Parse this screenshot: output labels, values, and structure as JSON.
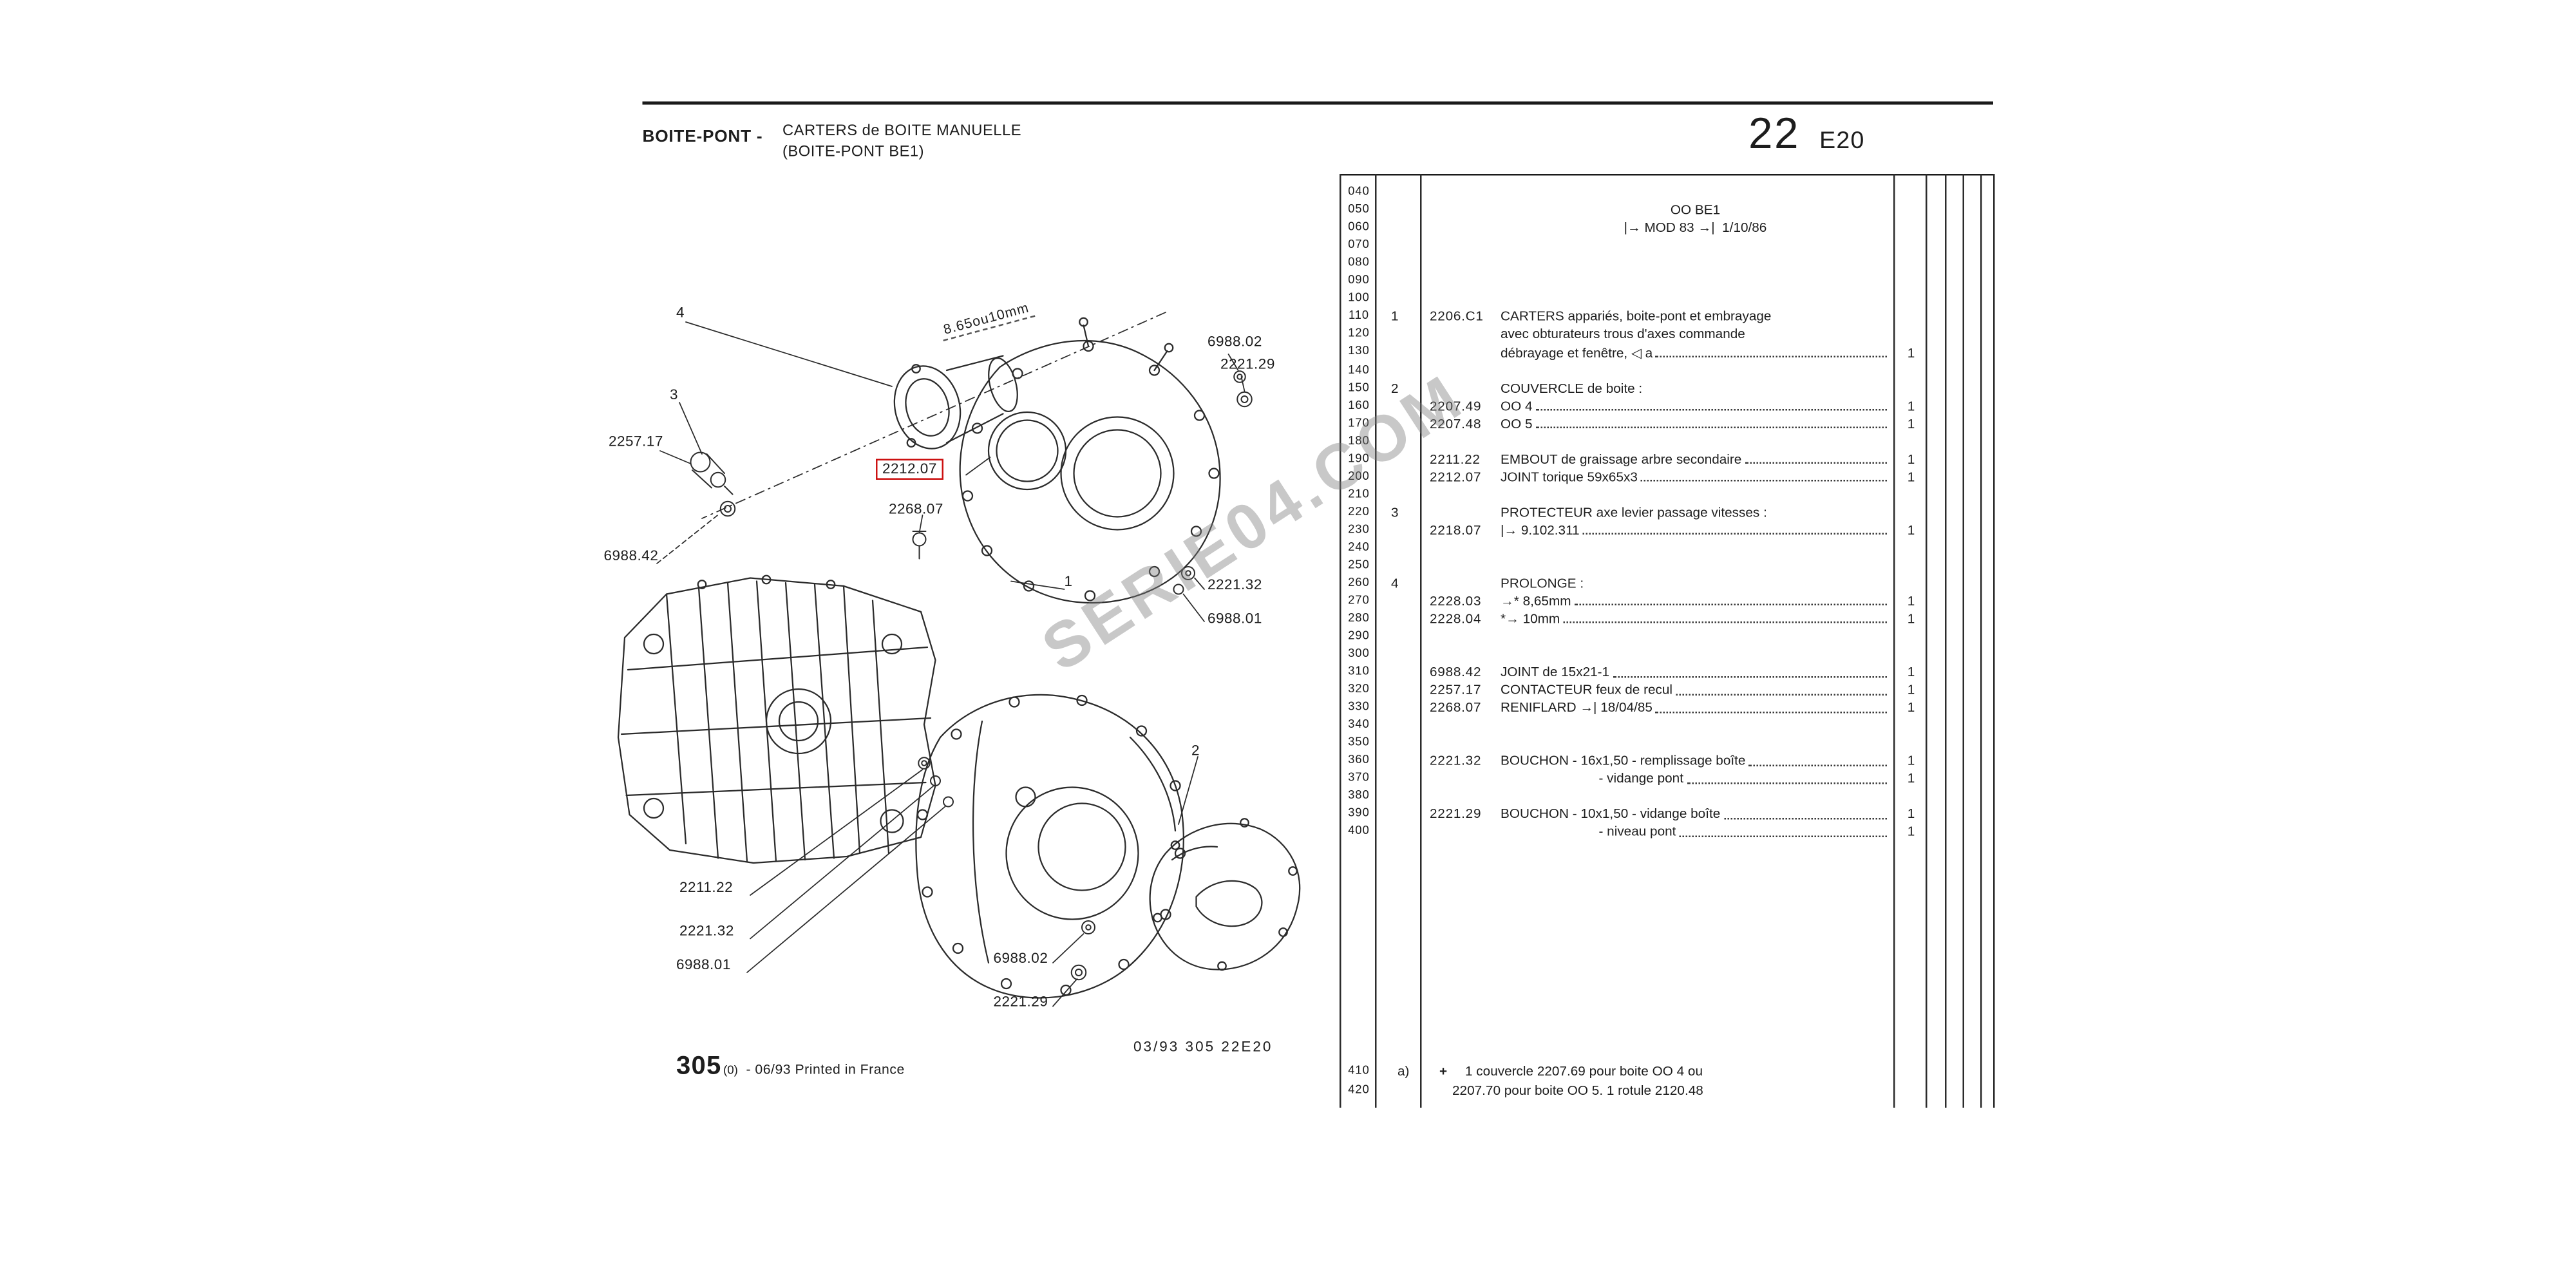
{
  "header": {
    "section": "BOITE-PONT -",
    "title": "CARTERS de BOITE MANUELLE",
    "subtitle": "(BOITE-PONT BE1)",
    "page_number": "22",
    "page_code": "E20"
  },
  "watermark": "SERIE04.COM",
  "diagram": {
    "dimension_label": "8.65ou10mm",
    "highlight_color": "#cc1111",
    "callouts": {
      "item_4": "4",
      "item_3": "3",
      "item_1": "1",
      "item_2": "2",
      "part_2257_17": "2257.17",
      "part_2212_07": "2212.07",
      "part_2268_07": "2268.07",
      "part_6988_42": "6988.42",
      "part_6988_02_top": "6988.02",
      "part_2221_29_top": "2221.29",
      "part_2221_32_right": "2221.32",
      "part_6988_01_right": "6988.01",
      "part_2211_22": "2211.22",
      "part_2221_32_bottom": "2221.32",
      "part_6988_01_bottom": "6988.01",
      "part_6988_02_bottom": "6988.02",
      "part_2221_29_bottom": "2221.29"
    },
    "plate_ref": "03/93 305 22E20",
    "print_code": "305",
    "print_suffix": "(0)",
    "print_note": "- 06/93 Printed in France"
  },
  "table": {
    "row_numbers": [
      "040",
      "050",
      "060",
      "070",
      "080",
      "090",
      "100",
      "110",
      "120",
      "130",
      "140",
      "150",
      "160",
      "170",
      "180",
      "190",
      "200",
      "210",
      "220",
      "230",
      "240",
      "250",
      "260",
      "270",
      "280",
      "290",
      "300",
      "310",
      "320",
      "330",
      "340",
      "350",
      "360",
      "370",
      "380",
      "390",
      "400"
    ],
    "footnote_row_numbers": [
      "410",
      "420"
    ],
    "rows": [
      {
        "num": "050",
        "text": "OO BE1"
      },
      {
        "num": "060",
        "text": "|→ MOD 83 →|  1/10/86"
      },
      {
        "num": "110",
        "item": "1",
        "part": "2206.C1",
        "text": "CARTERS appariés, boite-pont et embrayage"
      },
      {
        "num": "120",
        "text": "avec obturateurs trous d'axes commande"
      },
      {
        "num": "130",
        "text": "débrayage et fenêtre, ◁ a",
        "qty": "1"
      },
      {
        "num": "150",
        "item": "2",
        "text": "COUVERCLE de boite :"
      },
      {
        "num": "160",
        "part": "2207.49",
        "text": "OO 4",
        "qty": "1"
      },
      {
        "num": "170",
        "part": "2207.48",
        "text": "OO 5",
        "qty": "1"
      },
      {
        "num": "190",
        "part": "2211.22",
        "text": "EMBOUT de graissage arbre secondaire",
        "qty": "1"
      },
      {
        "num": "200",
        "part": "2212.07",
        "text": "JOINT torique 59x65x3",
        "qty": "1"
      },
      {
        "num": "220",
        "item": "3",
        "text": "PROTECTEUR axe levier passage vitesses :"
      },
      {
        "num": "230",
        "part": "2218.07",
        "text": "|→ 9.102.311",
        "qty": "1"
      },
      {
        "num": "260",
        "item": "4",
        "text": "PROLONGE :"
      },
      {
        "num": "270",
        "part": "2228.03",
        "text": "→* 8,65mm",
        "qty": "1"
      },
      {
        "num": "280",
        "part": "2228.04",
        "text": "*→ 10mm",
        "qty": "1"
      },
      {
        "num": "310",
        "part": "6988.42",
        "text": "JOINT de 15x21-1",
        "qty": "1"
      },
      {
        "num": "320",
        "part": "2257.17",
        "text": "CONTACTEUR feux de recul",
        "qty": "1"
      },
      {
        "num": "330",
        "part": "2268.07",
        "text": "RENIFLARD →| 18/04/85",
        "qty": "1"
      },
      {
        "num": "360",
        "part": "2221.32",
        "text": "BOUCHON - 16x1,50 - remplissage boîte",
        "qty": "1"
      },
      {
        "num": "370",
        "text": "- vidange pont",
        "qty": "1"
      },
      {
        "num": "390",
        "part": "2221.29",
        "text": "BOUCHON - 10x1,50 - vidange boîte",
        "qty": "1"
      },
      {
        "num": "400",
        "text": "- niveau pont",
        "qty": "1"
      }
    ],
    "footnote": {
      "marker": "a)",
      "symbol": "+",
      "line1": "1 couvercle 2207.69 pour boite OO 4 ou",
      "line2": "2207.70 pour boite OO 5. 1 rotule 2120.48"
    }
  }
}
